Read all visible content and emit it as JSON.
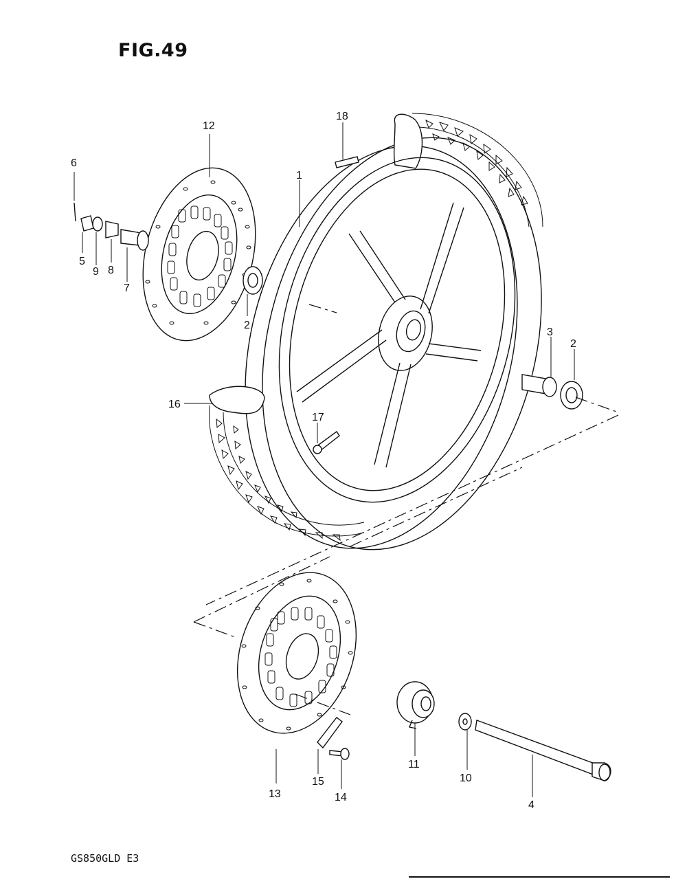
{
  "figure_title": "FIG.49",
  "model_code": "GS850GLD  E3",
  "callouts": [
    "1",
    "2",
    "2",
    "3",
    "4",
    "5",
    "6",
    "7",
    "8",
    "9",
    "10",
    "11",
    "12",
    "13",
    "14",
    "15",
    "16",
    "17",
    "18"
  ]
}
